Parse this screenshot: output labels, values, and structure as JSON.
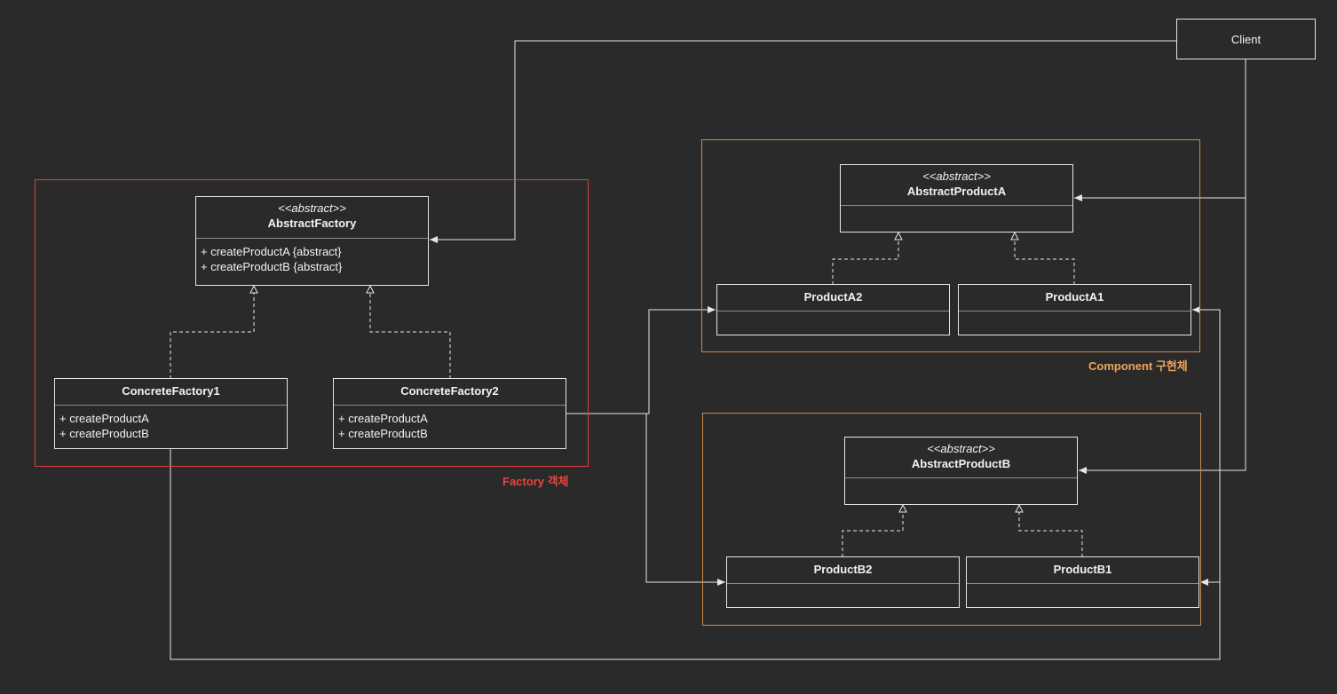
{
  "groups": {
    "factory": {
      "label": "Factory 객체"
    },
    "component": {
      "label": "Component 구현체"
    }
  },
  "client": {
    "name": "Client"
  },
  "abstract_factory": {
    "stereotype": "<<abstract>>",
    "name": "AbstractFactory",
    "operations": [
      "+ createProductA {abstract}",
      "+ createProductB {abstract}"
    ]
  },
  "concrete_factory1": {
    "name": "ConcreteFactory1",
    "operations": [
      "+ createProductA",
      "+ createProductB"
    ]
  },
  "concrete_factory2": {
    "name": "ConcreteFactory2",
    "operations": [
      "+ createProductA",
      "+ createProductB"
    ]
  },
  "abstract_product_a": {
    "stereotype": "<<abstract>>",
    "name": "AbstractProductA"
  },
  "product_a2": {
    "name": "ProductA2"
  },
  "product_a1": {
    "name": "ProductA1"
  },
  "abstract_product_b": {
    "stereotype": "<<abstract>>",
    "name": "AbstractProductB"
  },
  "product_b2": {
    "name": "ProductB2"
  },
  "product_b1": {
    "name": "ProductB1"
  },
  "colors": {
    "background": "#2a2a2a",
    "line": "#e6e6e6",
    "factory_group": "#d9413b",
    "component_group": "#c98a4d",
    "component_label": "#f0a458"
  }
}
